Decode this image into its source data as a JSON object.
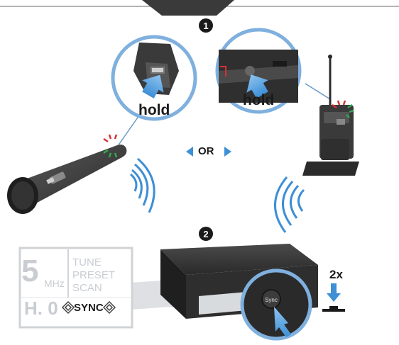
{
  "step_markers": [
    "1",
    "2"
  ],
  "labels": {
    "hold_handheld": "hold",
    "hold_bodypack": "hold",
    "or": "OR",
    "press_count": "2x"
  },
  "display": {
    "freq_digit": "5",
    "freq_unit": "MHz",
    "menu": [
      "TUNE",
      "PRESET",
      "SCAN"
    ],
    "channel": "H. 0",
    "sync_label": "SYNC"
  },
  "receiver": {
    "sync_button_label": "Sync"
  },
  "colors": {
    "accent_blue": "#3d8fd6",
    "signal_red": "#d63232",
    "signal_green": "#2fa84f",
    "device_dark": "#2b2b2b"
  }
}
